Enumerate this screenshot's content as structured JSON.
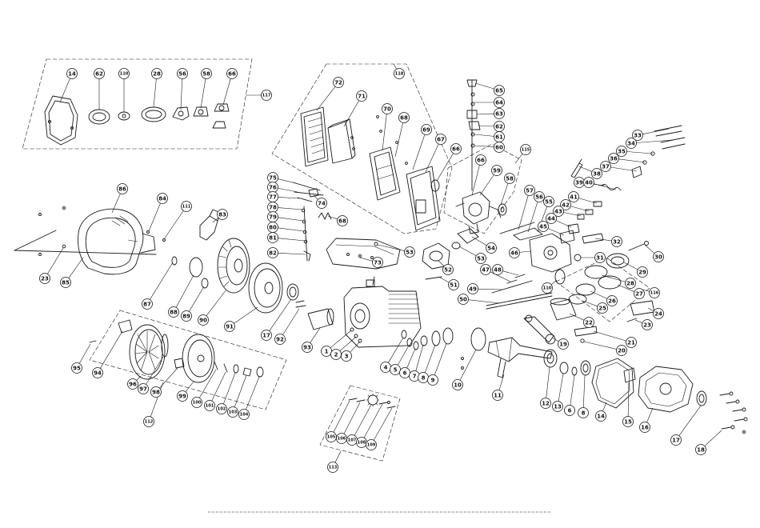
{
  "diagram": {
    "callouts": [
      "14",
      "62",
      "110",
      "28",
      "56",
      "58",
      "66",
      "117",
      "72",
      "71",
      "118",
      "70",
      "68",
      "69",
      "67",
      "66",
      "65",
      "64",
      "63",
      "62",
      "61",
      "60",
      "115",
      "66",
      "59",
      "58",
      "33",
      "34",
      "35",
      "36",
      "37",
      "38",
      "39",
      "40",
      "57",
      "56",
      "55",
      "41",
      "42",
      "43",
      "44",
      "45",
      "32",
      "30",
      "31",
      "29",
      "46",
      "28",
      "27",
      "116",
      "26",
      "25",
      "24",
      "23",
      "22",
      "110",
      "21",
      "20",
      "19",
      "54",
      "53",
      "52",
      "51",
      "48",
      "47",
      "49",
      "50",
      "53",
      "73",
      "74",
      "68",
      "75",
      "76",
      "77",
      "78",
      "79",
      "80",
      "81",
      "82",
      "86",
      "84",
      "111",
      "83",
      "23",
      "85",
      "87",
      "88",
      "89",
      "90",
      "91",
      "17",
      "92",
      "93",
      "1",
      "2",
      "3",
      "4",
      "5",
      "6",
      "7",
      "8",
      "9",
      "10",
      "11",
      "12",
      "13",
      "6",
      "8",
      "14",
      "15",
      "16",
      "17",
      "18",
      "95",
      "94",
      "96",
      "97",
      "98",
      "99",
      "100",
      "101",
      "102",
      "103",
      "104",
      "112",
      "105",
      "106",
      "107",
      "108",
      "109",
      "113"
    ]
  }
}
